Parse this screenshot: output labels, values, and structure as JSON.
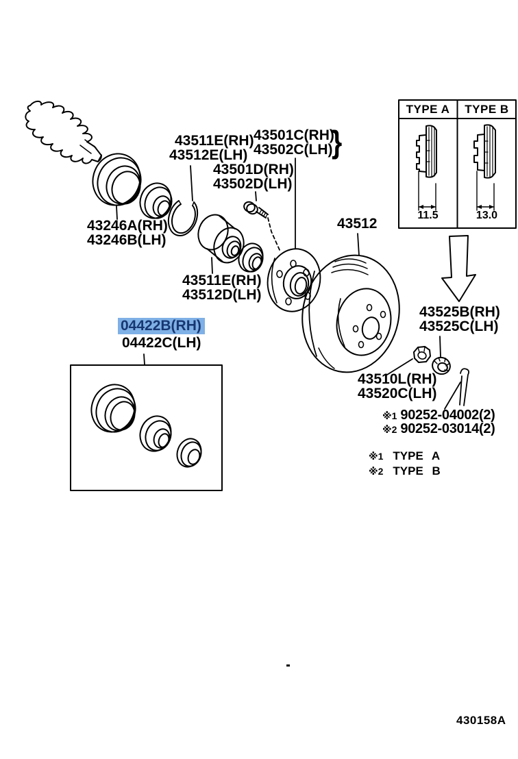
{
  "colors": {
    "highlight_bg": "#7FB0E6",
    "highlight_text": "#173772",
    "line": "#000000",
    "bg": "#FFFFFF"
  },
  "figure_code": "430158A",
  "type_table": {
    "col_a": {
      "header": "TYPE A",
      "dimension": "11.5"
    },
    "col_b": {
      "header": "TYPE B",
      "dimension": "13.0"
    }
  },
  "part_labels": {
    "snap_ring": {
      "line1": "43511E(RH)",
      "line2": "43512E(LH)"
    },
    "hub": {
      "line1": "43501C(RH)",
      "line2": "43502C(LH)",
      "brace": "}"
    },
    "hub_bolt": {
      "line1": "43501D(RH)",
      "line2": "43502D(LH)"
    },
    "oil_seal": {
      "line1": "43246A(RH)",
      "line2": "43246B(LH)"
    },
    "bearing": {
      "line1": "43511E(RH)",
      "line2": "43512D(LH)"
    },
    "disc": {
      "text": "43512"
    },
    "seal_kit": {
      "line1": "04422B(RH)",
      "line2": "04422C(LH)"
    },
    "lock_nut": {
      "line1": "43525B(RH)",
      "line2": "43525C(LH)"
    },
    "axle_nut": {
      "line1": "43510L(RH)",
      "line2": "43520C(LH)"
    }
  },
  "notes": [
    {
      "ref": "※1",
      "text": "90252-04002(2)"
    },
    {
      "ref": "※2",
      "text": "90252-03014(2)"
    }
  ],
  "type_legend": [
    {
      "ref": "※1",
      "text": "TYPE A"
    },
    {
      "ref": "※2",
      "text": "TYPE B"
    }
  ]
}
